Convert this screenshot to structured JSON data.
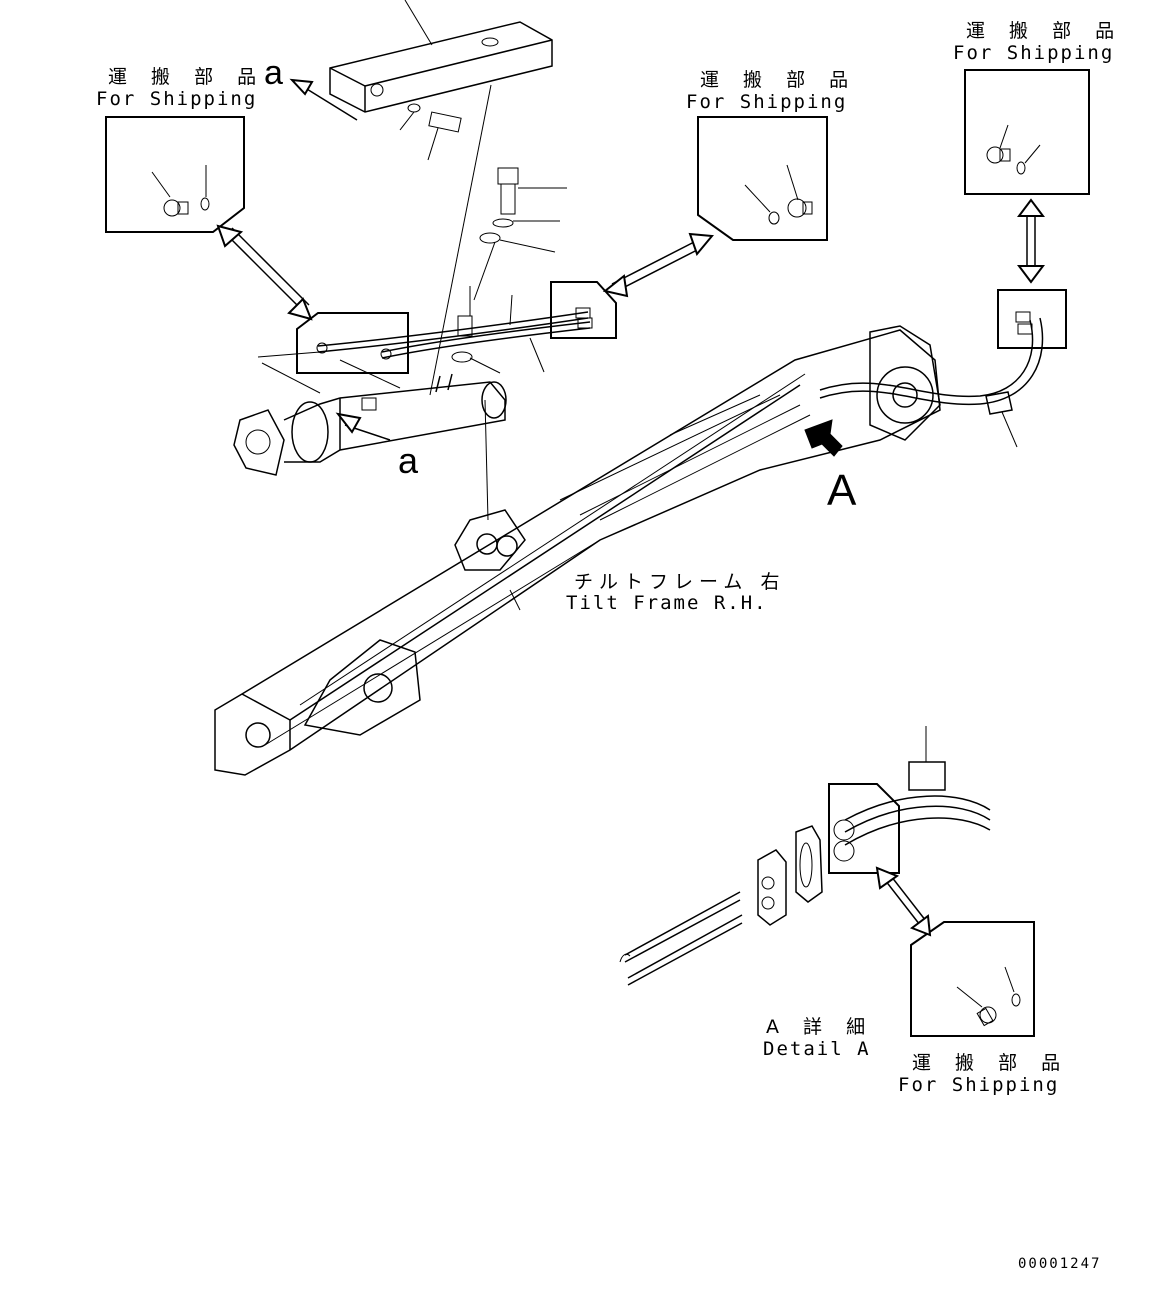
{
  "shipping_labels": {
    "top_left": {
      "ja": "運 搬 部 品",
      "en": "For Shipping"
    },
    "top_center": {
      "ja": "運 搬 部 品",
      "en": "For Shipping"
    },
    "top_right": {
      "ja": "運 搬 部 品",
      "en": "For Shipping"
    },
    "bottom_right": {
      "ja": "運 搬 部 品",
      "en": "For Shipping"
    }
  },
  "view_markers": {
    "a_top": "a",
    "a_cylinder": "a",
    "A_arrow": "A"
  },
  "tilt_frame": {
    "ja": "チルトフレーム 右",
    "en": "Tilt Frame R.H."
  },
  "detail": {
    "ja": "A 詳 細",
    "en": "Detail A"
  },
  "drawing_number": "00001247"
}
